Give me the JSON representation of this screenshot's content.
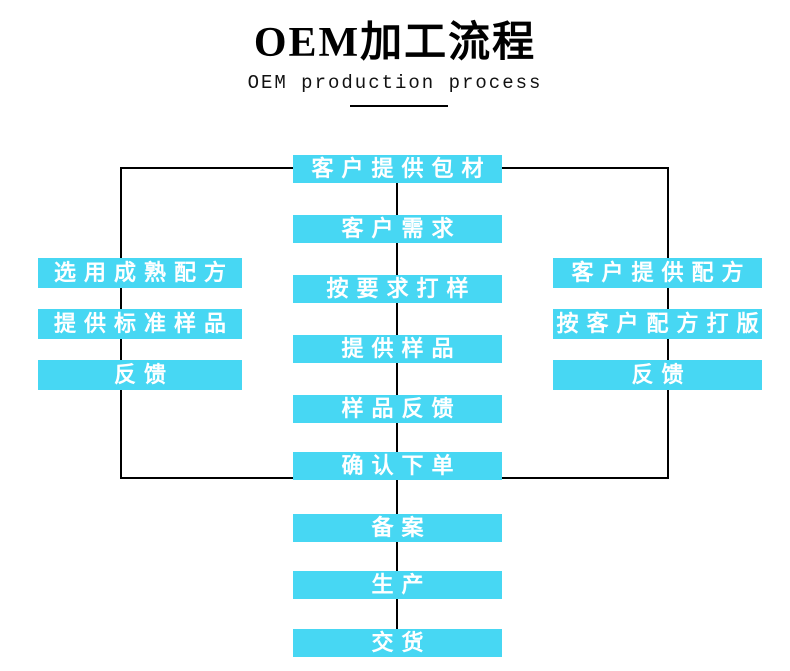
{
  "header": {
    "title": "OEM加工流程",
    "subtitle": "OEM production process"
  },
  "colors": {
    "box_fill": "#47d7f3",
    "box_text": "#ffffff",
    "connector_line": "#000000",
    "title_text": "#000000"
  },
  "flowchart": {
    "center_boxes": [
      "客户提供包材",
      "客户需求",
      "按要求打样",
      "提供样品",
      "样品反馈",
      "确认下单",
      "备案",
      "生产",
      "交货"
    ],
    "left_boxes": [
      "选用成熟配方",
      "提供标准样品",
      "反馈"
    ],
    "right_boxes": [
      "客户提供配方",
      "按客户配方打版",
      "反馈"
    ]
  }
}
